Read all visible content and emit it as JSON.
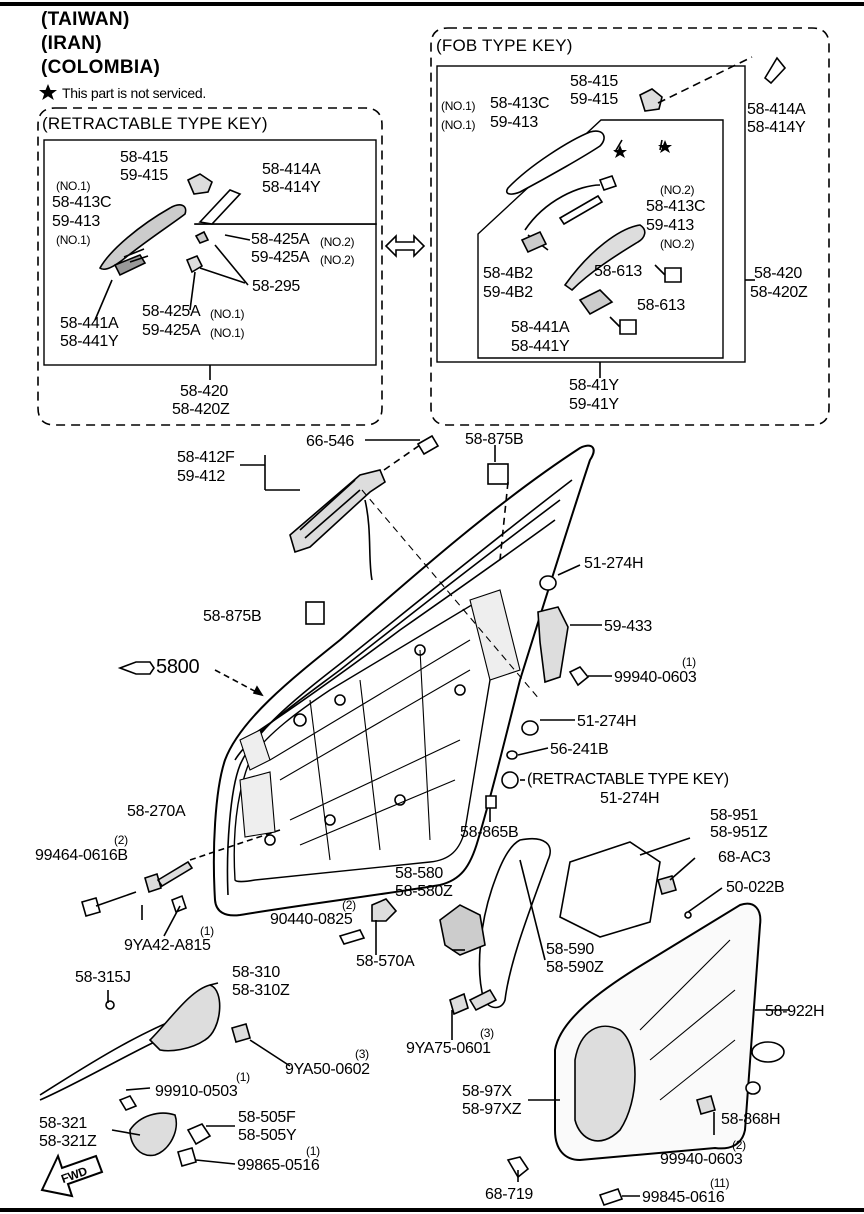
{
  "header": {
    "regions": [
      "(TAIWAN)",
      "(IRAN)",
      "(COLOMBIA)"
    ],
    "note": "This part is not serviced."
  },
  "retractable_box": {
    "title": "(RETRACTABLE TYPE KEY)",
    "labels": {
      "l58415": "58-415",
      "l59415": "59-415",
      "l58414a": "58-414A",
      "l58414y": "58-414Y",
      "no1a": "(NO.1)",
      "l58413c": "58-413C",
      "l59413": "59-413",
      "no1b": "(NO.1)",
      "l58425a": "58-425A",
      "no2a": "(NO.2)",
      "l59425a": "59-425A",
      "no2b": "(NO.2)",
      "l58295": "58-295",
      "l58441a": "58-441A",
      "l58441y": "58-441Y",
      "l58425a1": "58-425A",
      "no1c": "(NO.1)",
      "l59425a1": "59-425A",
      "no1d": "(NO.1)",
      "l58420": "58-420",
      "l58420z": "58-420Z"
    }
  },
  "fob_box": {
    "title": "(FOB TYPE KEY)",
    "labels": {
      "l58415": "58-415",
      "l59415": "59-415",
      "l58414a": "58-414A",
      "l58414y": "58-414Y",
      "no1a": "(NO.1)",
      "l58413c": "58-413C",
      "no1b": "(NO.1)",
      "l59413": "59-413",
      "no2a": "(NO.2)",
      "l58413c2": "58-413C",
      "l59413b": "59-413",
      "no2b": "(NO.2)",
      "l584b2": "58-4B2",
      "l594b2": "59-4B2",
      "l58613a": "58-613",
      "l58613b": "58-613",
      "l58441a": "58-441A",
      "l58441y": "58-441Y",
      "l58420": "58-420",
      "l58420z": "58-420Z",
      "l5841y": "58-41Y",
      "l5941y": "59-41Y"
    }
  },
  "parts": {
    "p58412f": "58-412F",
    "p59412": "59-412",
    "p66546": "66-546",
    "p58875b_top": "58-875B",
    "p51274h_a": "51-274H",
    "p58875b_mid": "58-875B",
    "p59433": "59-433",
    "p5800": "5800",
    "p99940_0603_q": "(1)",
    "p99940_0603": "99940-0603",
    "p51274h_b": "51-274H",
    "p56241b": "56-241B",
    "p_retract_note": "(RETRACTABLE TYPE KEY)",
    "p51274h_c": "51-274H",
    "p58270a": "58-270A",
    "p58865b": "58-865B",
    "p58951": "58-951",
    "p58951z": "58-951Z",
    "p68ac3": "68-AC3",
    "p50022b": "50-022B",
    "p99464_q": "(2)",
    "p99464": "99464-0616B",
    "p9ya42_q": "(1)",
    "p9ya42": "9YA42-A815",
    "p58580": "58-580",
    "p58580z": "58-580Z",
    "p90440_q": "(2)",
    "p90440": "90440-0825",
    "p58570a": "58-570A",
    "p58590": "58-590",
    "p58590z": "58-590Z",
    "p58315j": "58-315J",
    "p58310": "58-310",
    "p58310z": "58-310Z",
    "p58922h": "58-922H",
    "p9ya50_q": "(3)",
    "p9ya50": "9YA50-0602",
    "p9ya75_q": "(3)",
    "p9ya75": "9YA75-0601",
    "p99910_q": "(1)",
    "p99910": "99910-0503",
    "p58321": "58-321",
    "p58321z": "58-321Z",
    "p58505f": "58-505F",
    "p58505y": "58-505Y",
    "p99865_q": "(1)",
    "p99865": "99865-0516",
    "p5897x": "58-97X",
    "p5897xz": "58-97XZ",
    "p58868h": "58-868H",
    "p99940b_q": "(2)",
    "p99940b": "99940-0603",
    "p68719": "68-719",
    "p99845_q": "(11)",
    "p99845": "99845-0616",
    "fwd": "FWD"
  }
}
